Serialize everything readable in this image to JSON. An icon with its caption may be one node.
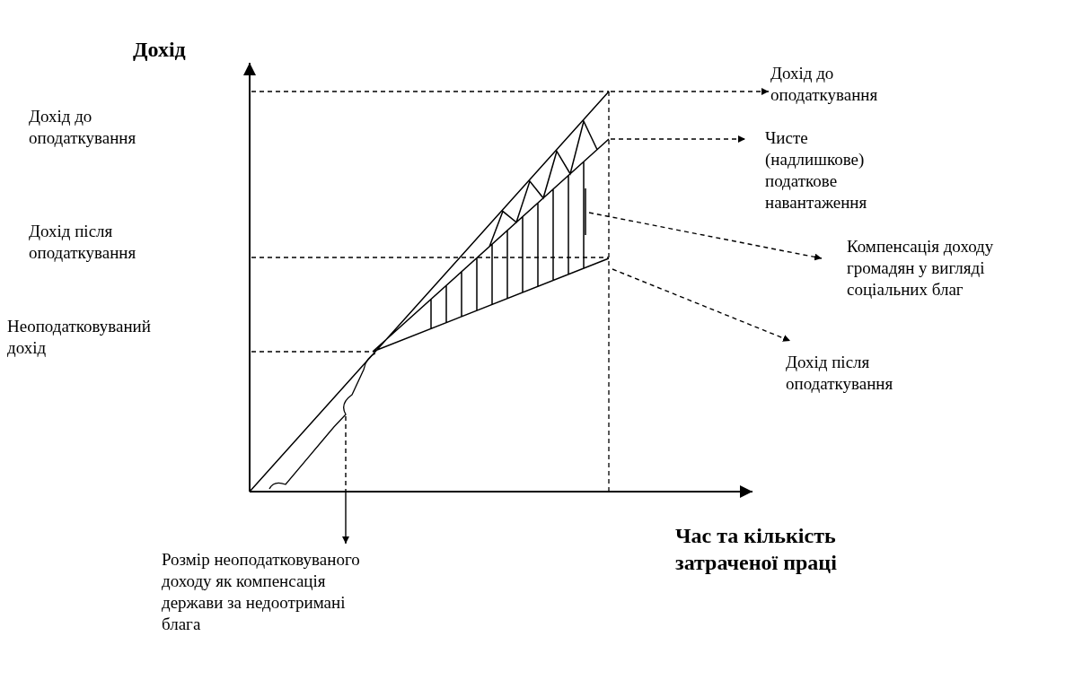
{
  "diagram": {
    "nodes": [
      {
        "text": [
          "Дохід до оподаткування"
        ]
      },
      {
        "text": [
          "Чисте (надлишкове) податкове навантаження"
        ]
      },
      {
        "text": [
          "Компенсація доходу громадян у вигляді соціальних благ"
        ]
      },
      {
        "text": [
          "Дохід після оподаткування"
        ]
      },
      {
        "text": [
          "Розмір неоподатковуваного доходу як компенсація держави за недоотримані блага"
        ]
      },
      {
        "text": [],
        "shape": "brace"
      }
    ],
    "edges": [
      {
        "from": null,
        "to": 0,
        "arrow": "to",
        "style": "dashed"
      },
      {
        "from": null,
        "to": 1,
        "arrow": "to",
        "style": "dashed"
      },
      {
        "from": null,
        "to": 2,
        "arrow": "to",
        "style": "dashed"
      },
      {
        "from": null,
        "to": 3,
        "arrow": "to",
        "style": "dashed"
      },
      {
        "from": 5,
        "to": 4,
        "arrow": "to"
      }
    ],
    "labels": [
      "Дохід",
      "Дохід до оподаткування",
      "Дохід після оподаткування",
      "Неоподатковуваний дохід",
      "Час та кількість затраченої праці"
    ]
  }
}
